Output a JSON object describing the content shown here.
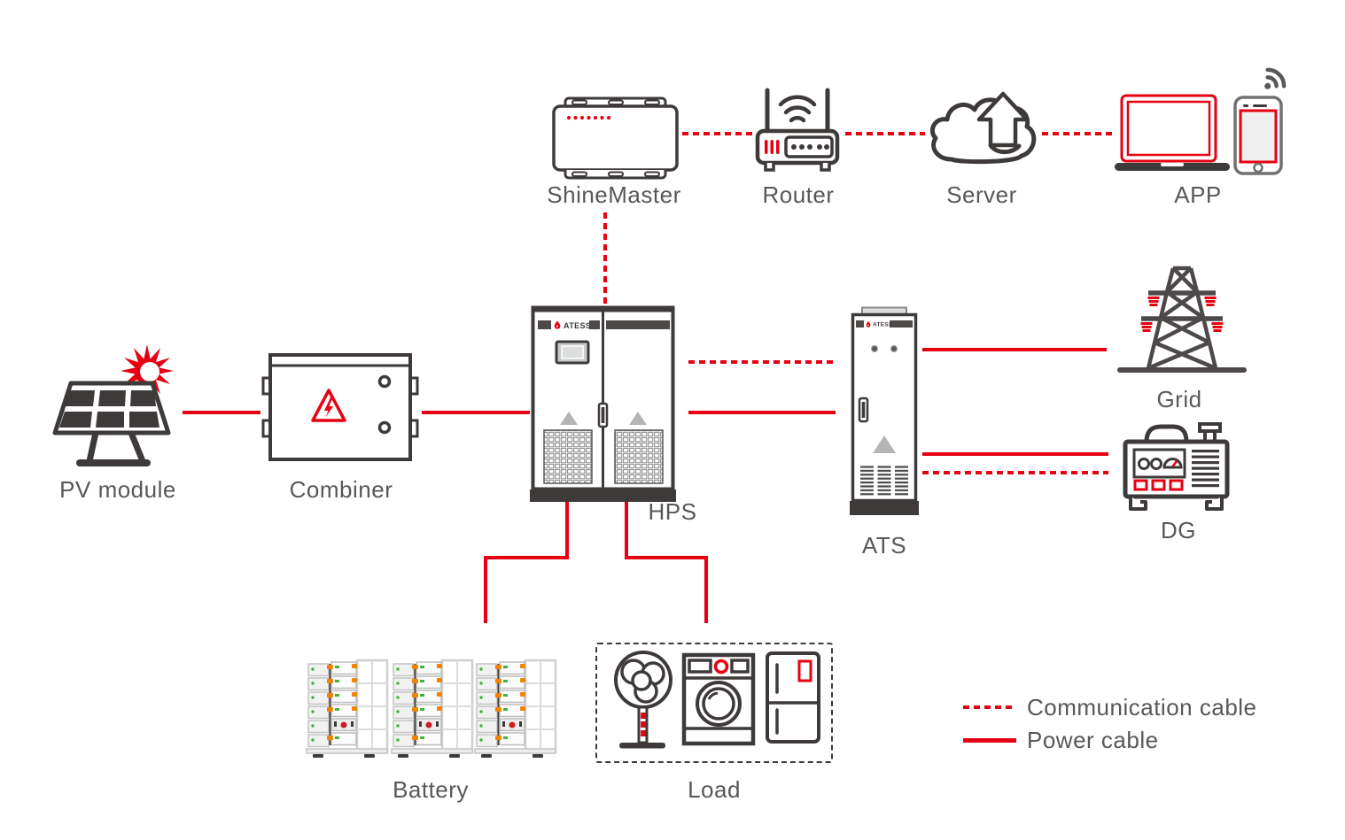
{
  "nodes": {
    "shinemaster": {
      "label": "ShineMaster"
    },
    "router": {
      "label": "Router"
    },
    "server": {
      "label": "Server"
    },
    "app": {
      "label": "APP"
    },
    "pv_module": {
      "label": "PV module"
    },
    "combiner": {
      "label": "Combiner"
    },
    "hps": {
      "label": "HPS",
      "brand": "ATESS"
    },
    "ats": {
      "label": "ATS",
      "brand": "ATESS"
    },
    "grid": {
      "label": "Grid"
    },
    "dg": {
      "label": "DG"
    },
    "battery": {
      "label": "Battery"
    },
    "load": {
      "label": "Load"
    }
  },
  "legend": {
    "communication": {
      "label": "Communication cable",
      "style": "dashed"
    },
    "power": {
      "label": "Power cable",
      "style": "solid"
    }
  },
  "colors": {
    "cable_red": "#e60012",
    "icon_dark": "#3e3a39",
    "label_gray": "#595757",
    "triangle_gray": "#b5b5b5",
    "battery_orange": "#f08300",
    "battery_green": "#43b13b"
  }
}
